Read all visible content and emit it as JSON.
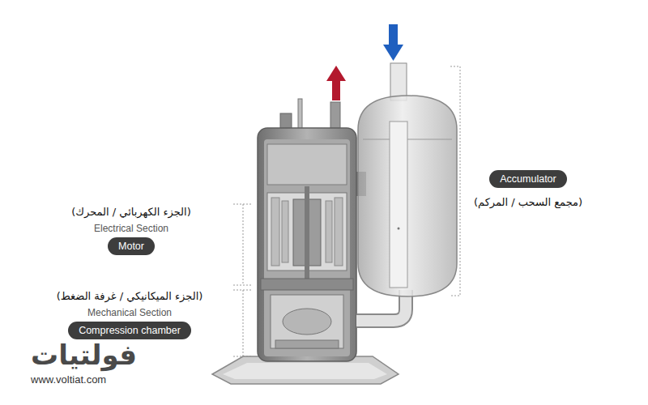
{
  "diagram": {
    "nodes": [
      {
        "text": [
          "(الجزء الكهربائي / المحرك)",
          "Electrical Section",
          "Motor"
        ]
      },
      {
        "text": [
          "(الجزء الميكانيكي / غرفة الضغط)",
          "Mechanical Section",
          "Compression chamber"
        ]
      },
      {
        "text": [
          "Accumulator",
          "(مجمع السحب / المركم)"
        ]
      }
    ],
    "labels": [
      "فولتيات",
      "www.voltiat.com"
    ]
  }
}
